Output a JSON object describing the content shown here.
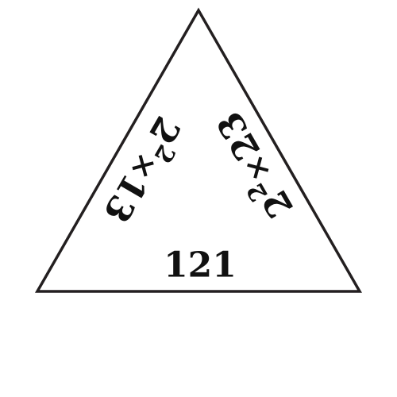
{
  "triangle": {
    "stroke_color": "#231f20",
    "fill_color": "#ffffff",
    "left_edge": {
      "base": "2",
      "exponent": "2",
      "operator": "×",
      "factor": "13"
    },
    "right_edge": {
      "base": "2",
      "exponent": "2",
      "operator": "×",
      "factor": "23"
    },
    "bottom_edge": {
      "value": "121"
    }
  }
}
